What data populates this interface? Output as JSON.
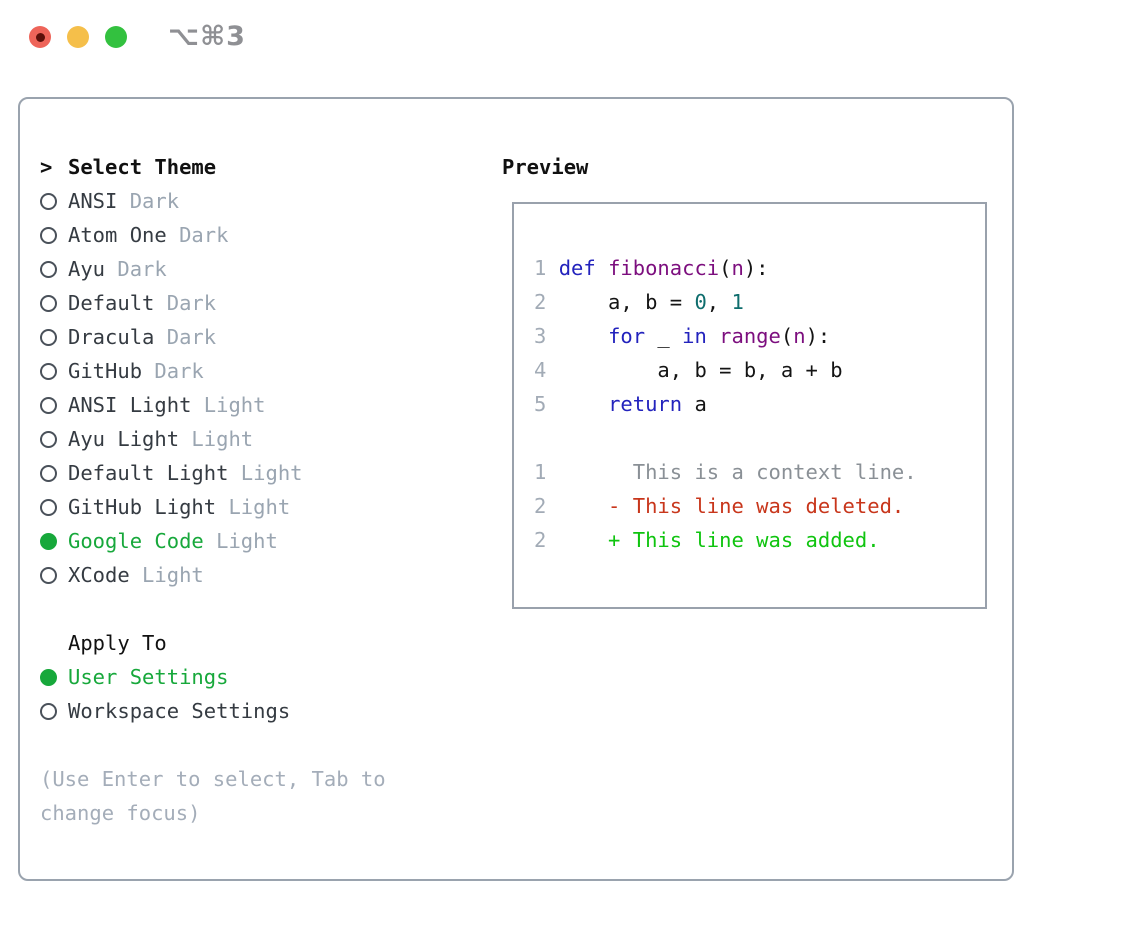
{
  "titlebar": {
    "shortcut": "⌥⌘3"
  },
  "theme_list": {
    "prompt": ">",
    "title": "Select Theme",
    "items": [
      {
        "name": "ANSI",
        "variant": "Dark",
        "selected": false
      },
      {
        "name": "Atom One",
        "variant": "Dark",
        "selected": false
      },
      {
        "name": "Ayu",
        "variant": "Dark",
        "selected": false
      },
      {
        "name": "Default",
        "variant": "Dark",
        "selected": false
      },
      {
        "name": "Dracula",
        "variant": "Dark",
        "selected": false
      },
      {
        "name": "GitHub",
        "variant": "Dark",
        "selected": false
      },
      {
        "name": "ANSI Light",
        "variant": "Light",
        "selected": false
      },
      {
        "name": "Ayu Light",
        "variant": "Light",
        "selected": false
      },
      {
        "name": "Default Light",
        "variant": "Light",
        "selected": false
      },
      {
        "name": "GitHub Light",
        "variant": "Light",
        "selected": false
      },
      {
        "name": "Google Code",
        "variant": "Light",
        "selected": true
      },
      {
        "name": "XCode",
        "variant": "Light",
        "selected": false
      }
    ]
  },
  "apply_to": {
    "label": "Apply To",
    "options": [
      {
        "label": "User Settings",
        "selected": true
      },
      {
        "label": "Workspace Settings",
        "selected": false
      }
    ]
  },
  "hint": "(Use Enter to select, Tab to\nchange focus)",
  "preview": {
    "title": "Preview",
    "lines": [
      {
        "n": "1",
        "segs": [
          {
            "c": "pln",
            "t": " "
          },
          {
            "c": "kwd",
            "t": "def"
          },
          {
            "c": "pln",
            "t": " "
          },
          {
            "c": "typ",
            "t": "fibonacci"
          },
          {
            "c": "pln",
            "t": "("
          },
          {
            "c": "typ",
            "t": "n"
          },
          {
            "c": "pln",
            "t": "):"
          }
        ]
      },
      {
        "n": "2",
        "segs": [
          {
            "c": "pln",
            "t": "     a, b = "
          },
          {
            "c": "lit",
            "t": "0"
          },
          {
            "c": "pln",
            "t": ", "
          },
          {
            "c": "lit",
            "t": "1"
          }
        ]
      },
      {
        "n": "3",
        "segs": [
          {
            "c": "pln",
            "t": "     "
          },
          {
            "c": "kwd",
            "t": "for"
          },
          {
            "c": "pln",
            "t": " _ "
          },
          {
            "c": "kwd",
            "t": "in"
          },
          {
            "c": "pln",
            "t": " "
          },
          {
            "c": "typ",
            "t": "range"
          },
          {
            "c": "pln",
            "t": "("
          },
          {
            "c": "typ",
            "t": "n"
          },
          {
            "c": "pln",
            "t": "):"
          }
        ]
      },
      {
        "n": "4",
        "segs": [
          {
            "c": "pln",
            "t": "         a, b = b, a + b"
          }
        ]
      },
      {
        "n": "5",
        "segs": [
          {
            "c": "pln",
            "t": "     "
          },
          {
            "c": "kwd",
            "t": "return"
          },
          {
            "c": "pln",
            "t": " a"
          }
        ]
      },
      {
        "n": "",
        "segs": []
      },
      {
        "n": "1",
        "segs": [
          {
            "c": "ctx",
            "t": "       This is a context line."
          }
        ]
      },
      {
        "n": "2",
        "segs": [
          {
            "c": "del",
            "t": "     - This line was deleted."
          }
        ]
      },
      {
        "n": "2",
        "segs": [
          {
            "c": "add",
            "t": "     + This line was added."
          }
        ]
      }
    ]
  },
  "colors": {
    "accent_green": "#17a83b",
    "keyword_blue": "#2323bd",
    "type_purple": "#7c0e7e",
    "literal_teal": "#0e6d6d",
    "deleted_red": "#c8361b",
    "added_green": "#0fc40f",
    "context_gray": "#8a9096",
    "muted_gray": "#9aa5b1",
    "panel_border": "#9aa3ae",
    "traffic_red": "#ee6459",
    "traffic_yellow": "#f5bf4a",
    "traffic_green": "#33c13f"
  }
}
